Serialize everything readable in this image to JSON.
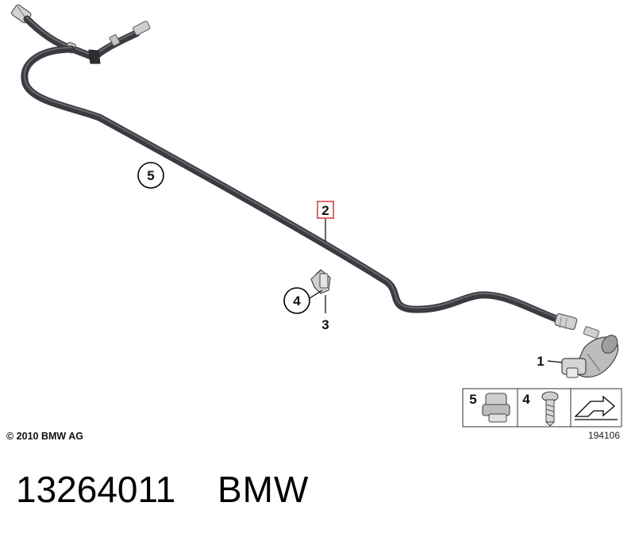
{
  "callouts": {
    "c1": "1",
    "c2": "2",
    "c3": "3",
    "c4": "4",
    "c5": "5"
  },
  "legend_panel": {
    "cell_a": "5",
    "cell_b": "4"
  },
  "copyright": "© 2010 BMW AG",
  "diagram_number": "194106",
  "footer": {
    "part_number": "13264011",
    "brand": "BMW"
  },
  "colors": {
    "hose": "#3a3b40",
    "hose_highlight": "#8a8d95",
    "fitting": "#c9c9c9",
    "highlight_box": "#e03030"
  }
}
